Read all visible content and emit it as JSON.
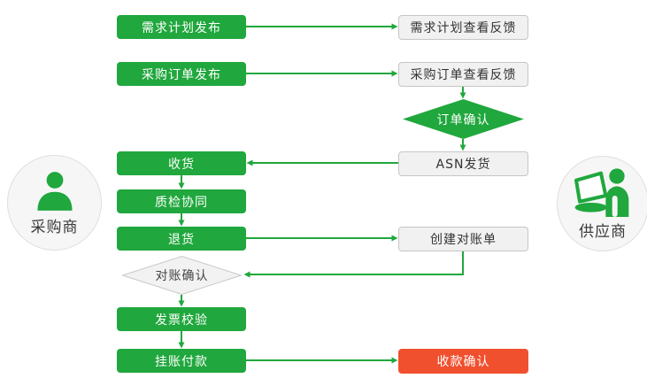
{
  "diagram_type": "flowchart",
  "actors": {
    "buyer": {
      "label": "采购商",
      "icon": "person-bust-icon"
    },
    "supplier": {
      "label": "供应商",
      "icon": "person-with-laptop-icon"
    }
  },
  "nodes": {
    "demand_plan_publish": {
      "label": "需求计划发布",
      "type": "buyer-process-green"
    },
    "demand_plan_feedback": {
      "label": "需求计划查看反馈",
      "type": "supplier-box-gray"
    },
    "po_publish": {
      "label": "采购订单发布",
      "type": "buyer-process-green"
    },
    "po_feedback": {
      "label": "采购订单查看反馈",
      "type": "supplier-box-gray"
    },
    "order_confirm": {
      "label": "订单确认",
      "type": "decision-diamond-green"
    },
    "asn_ship": {
      "label": "ASN发货",
      "type": "supplier-box-gray"
    },
    "receive_goods": {
      "label": "收货",
      "type": "buyer-process-green"
    },
    "quality_collab": {
      "label": "质检协同",
      "type": "buyer-process-green"
    },
    "return_goods": {
      "label": "退货",
      "type": "buyer-process-green"
    },
    "create_statement": {
      "label": "创建对账单",
      "type": "supplier-box-gray"
    },
    "statement_confirm": {
      "label": "对账确认",
      "type": "decision-diamond-gray"
    },
    "invoice_check": {
      "label": "发票校验",
      "type": "buyer-process-green"
    },
    "book_payment": {
      "label": "挂账付款",
      "type": "buyer-process-green"
    },
    "receipt_confirm": {
      "label": "收款确认",
      "type": "supplier-alert-red"
    }
  },
  "edges": [
    {
      "from": "demand_plan_publish",
      "to": "demand_plan_feedback"
    },
    {
      "from": "po_publish",
      "to": "po_feedback"
    },
    {
      "from": "po_feedback",
      "to": "order_confirm"
    },
    {
      "from": "order_confirm",
      "to": "asn_ship"
    },
    {
      "from": "asn_ship",
      "to": "receive_goods"
    },
    {
      "from": "receive_goods",
      "to": "quality_collab"
    },
    {
      "from": "quality_collab",
      "to": "return_goods"
    },
    {
      "from": "return_goods",
      "to": "create_statement"
    },
    {
      "from": "create_statement",
      "to": "statement_confirm"
    },
    {
      "from": "statement_confirm",
      "to": "invoice_check"
    },
    {
      "from": "invoice_check",
      "to": "book_payment"
    },
    {
      "from": "book_payment",
      "to": "receipt_confirm"
    }
  ],
  "colors": {
    "primary_green": "#20a73d",
    "alert_red": "#f0502e",
    "gray_box_bg": "#f1f1f1",
    "gray_box_border": "#c6c6c6",
    "diamond_gray_bg": "#f2f2f2",
    "diamond_gray_border": "#c9c9c9",
    "text_dark": "#333333",
    "circle_bg": "#f6f6f6",
    "circle_border": "#dedede"
  }
}
